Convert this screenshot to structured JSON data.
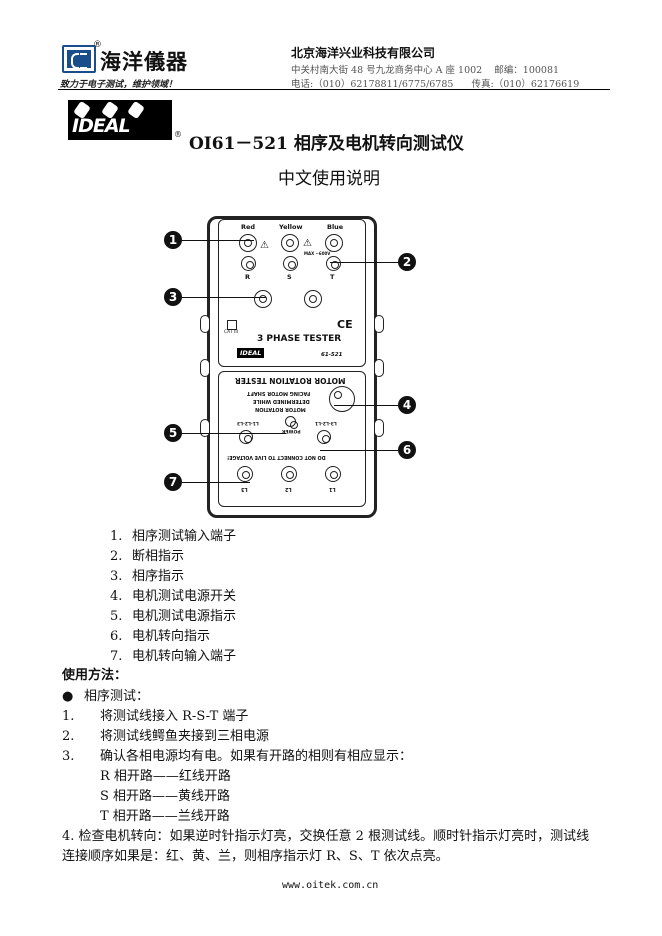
{
  "header": {
    "brand_name": "海洋儀器",
    "brand_registered": "®",
    "slogan": "致力于电子测试，维护领域！",
    "company_name": "北京海洋兴业科技有限公司",
    "address": "中关村南大街 48 号九龙商务中心 A 座 1002    邮编：100081",
    "contact": "电话:（010）62178811/6775/6785      传真:（010）62176619"
  },
  "product_logo": {
    "text": "IDEAL",
    "registered": "®"
  },
  "title": "OI61－521 相序及电机转向测试仪",
  "subtitle": "中文使用说明",
  "device": {
    "top_labels": [
      "Red",
      "Yellow",
      "Blue"
    ],
    "phase_labels": [
      "R",
      "S",
      "T"
    ],
    "max_label": "MAX ~600V",
    "cat_label": "CAT III",
    "ce_mark": "CE",
    "name": "3 PHASE TESTER",
    "brand": "IDEAL",
    "model": "61-521",
    "motor_title": "MOTOR ROTATION TESTER",
    "motor_note": [
      "MOTOR ROTATION",
      "DETERMINED WHILE",
      "FACING MOTOR SHAFT"
    ],
    "power_label": "POWER",
    "left_indicator": "L1-L2-L3",
    "right_indicator": "L3-L2-L1",
    "warning": "DO NOT CONNECT TO LIVE VOLTAGE!",
    "motor_terminals": [
      "L3",
      "L2",
      "L1"
    ],
    "callouts": [
      "1",
      "2",
      "3",
      "4",
      "5",
      "6",
      "7"
    ]
  },
  "legend": [
    {
      "num": "1.",
      "text": "相序测试输入端子"
    },
    {
      "num": "2.",
      "text": "断相指示"
    },
    {
      "num": "3.",
      "text": "相序指示"
    },
    {
      "num": "4.",
      "text": "电机测试电源开关"
    },
    {
      "num": "5.",
      "text": "电机测试电源指示"
    },
    {
      "num": "6.",
      "text": "电机转向指示"
    },
    {
      "num": "7.",
      "text": "电机转向输入端子"
    }
  ],
  "usage": {
    "heading": "使用方法：",
    "bullet": "相序测试：",
    "steps": [
      {
        "num": "1.",
        "text": "将测试线接入 R-S-T 端子"
      },
      {
        "num": "2.",
        "text": "将测试线鳄鱼夹接到三相电源"
      },
      {
        "num": "3.",
        "text": "确认各相电源均有电。如果有开路的相则有相应显示："
      }
    ],
    "open_phase": [
      "R 相开路——红线开路",
      "S 相开路——黄线开路",
      "T 相开路——兰线开路"
    ],
    "step4_line1": "4. 检查电机转向：如果逆时针指示灯亮，交换任意 2 根测试线。顺时针指示灯亮时，测试线",
    "step4_line2": "连接顺序如果是：红、黄、兰，则相序指示灯 R、S、T 依次点亮。"
  },
  "footer": {
    "url": "www.oitek.com.cn"
  }
}
